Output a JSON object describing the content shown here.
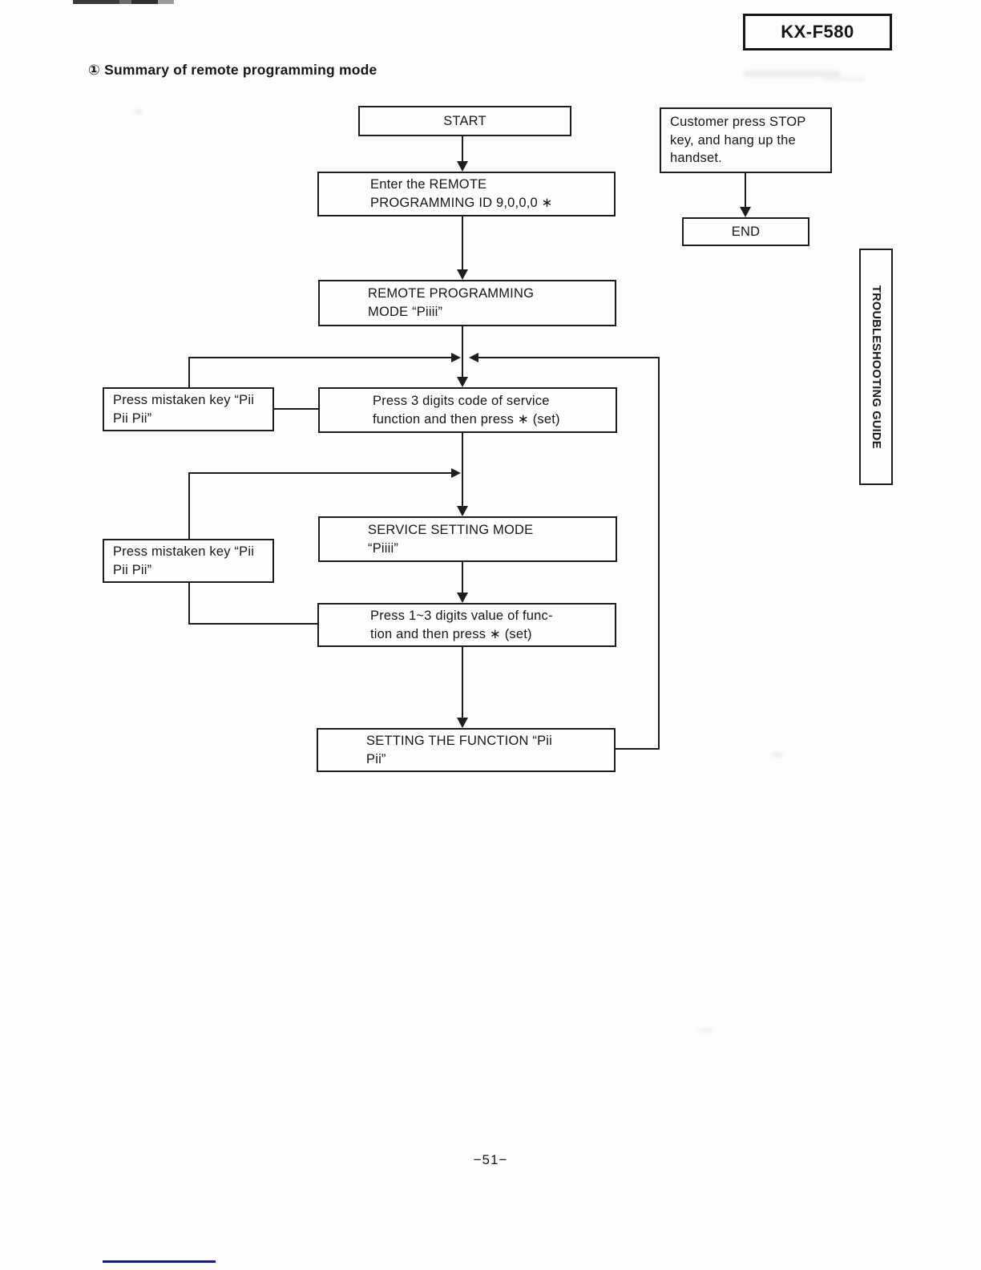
{
  "page": {
    "model_badge": "KX-F580",
    "section_title": "① Summary of remote programming mode",
    "sidebar_label": "TROUBLESHOOTING GUIDE",
    "page_number": "−51−"
  },
  "flowchart": {
    "nodes": {
      "start": "START",
      "enter_id": "Enter the REMOTE\nPROGRAMMING ID 9,0,0,0 ∗",
      "remote_mode": "REMOTE PROGRAMMING\nMODE “Piiii”",
      "mistaken_key_1": "Press mistaken key “Pii\nPii Pii”",
      "press_3_digits": "Press 3 digits code of service\nfunction and then press ∗ (set)",
      "service_setting_mode": "SERVICE SETTING MODE\n“Piiii”",
      "mistaken_key_2": "Press mistaken key “Pii\nPii Pii”",
      "press_1_3_digits": "Press 1~3 digits value of func-\ntion and then press ∗ (set)",
      "setting_function": "SETTING THE FUNCTION “Pii\nPii”",
      "customer_stop": "Customer press STOP\nkey, and hang up the\nhandset.",
      "end": "END"
    }
  },
  "colors": {
    "ink": "#1d1d1d",
    "footer_rule_blue": "#1c1c85",
    "paper": "#fdfdfc"
  }
}
